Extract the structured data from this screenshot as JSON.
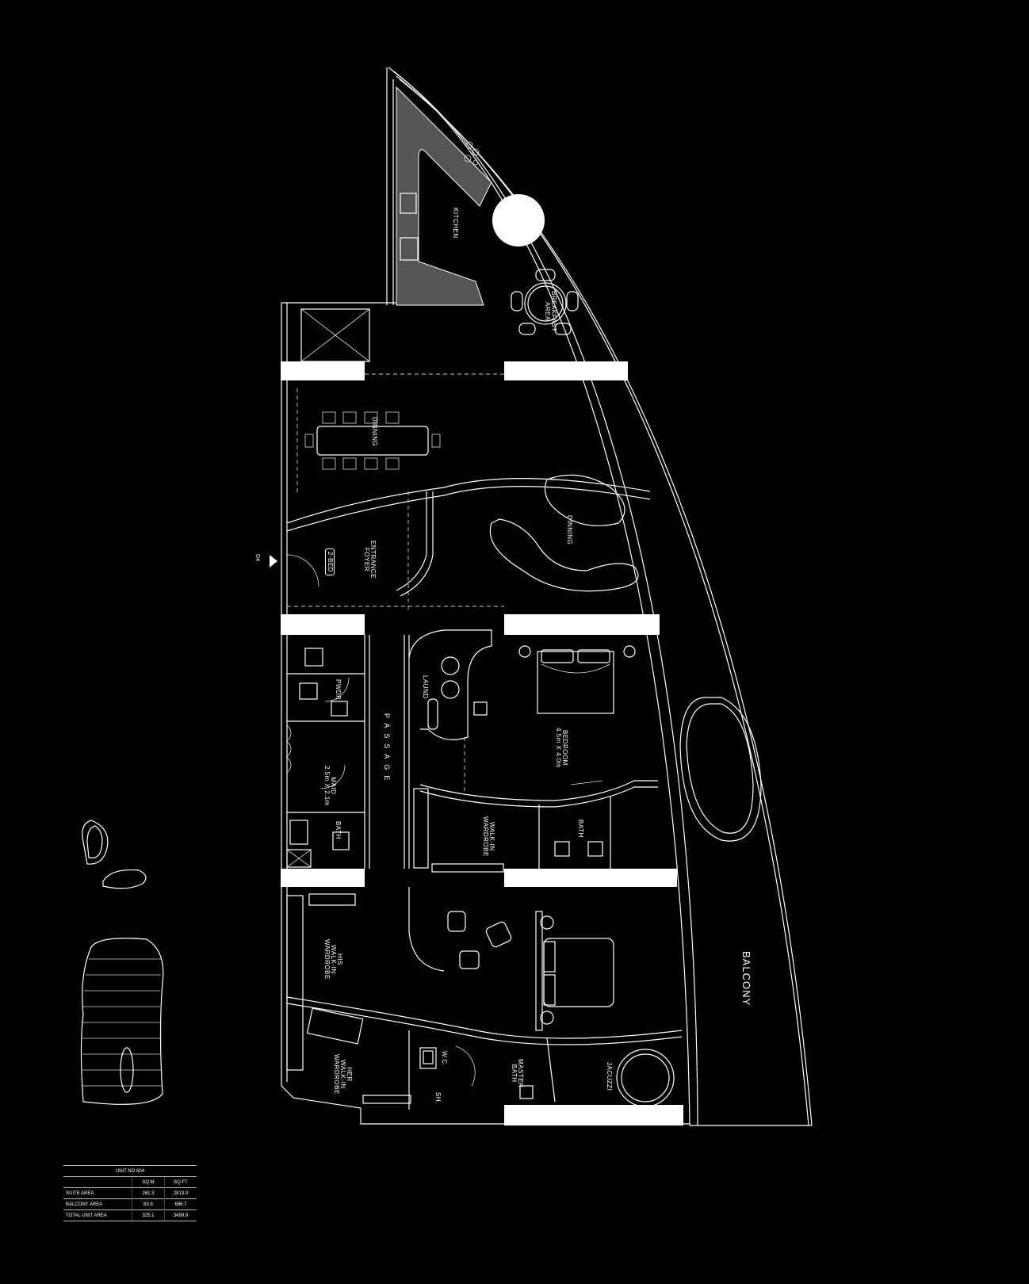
{
  "plan": {
    "unit_no": "UNIT NO 604",
    "door_tag": "D4",
    "rooms": {
      "kitchen": "KITCHEN",
      "breakfast_area": [
        "BREAKFAST",
        "AREA"
      ],
      "dining_table": "DINNING",
      "dining_lounge": "DINNING",
      "entrance_foyer": [
        "ENTRANCE",
        "FOYER"
      ],
      "foyer_tag": "2-BED",
      "powder": "PWDR",
      "laundry": "LAUND",
      "passage": "PASSAGE",
      "maid": [
        "MAID",
        "2.5m X 2.1m"
      ],
      "maid_bath": "BATH",
      "bedroom": [
        "BEDROOM",
        "4.5m X 4.0m"
      ],
      "walk_in_wardrobe": [
        "WALK-IN",
        "WARDROBE"
      ],
      "bedroom_bath": "BATH",
      "his_wardrobe": [
        "HIS",
        "WALK-IN",
        "WARDROBE"
      ],
      "her_wardrobe": [
        "HER",
        "WALK-IN",
        "WARDROBE"
      ],
      "wc": "W.C.",
      "shower": "SH.",
      "master_bath": [
        "MASTER",
        "BATH"
      ],
      "jacuzzi": "JACUZZI",
      "balcony": "BALCONY"
    }
  },
  "area_table": {
    "title": "UNIT NO 604",
    "columns": [
      "",
      "SQ.M",
      "SQ.FT"
    ],
    "rows": [
      {
        "label": "SUITE AREA",
        "sqm": "261.3",
        "sqft": "2813.0"
      },
      {
        "label": "BALCONY AREA",
        "sqm": "63.8",
        "sqft": "686.7"
      },
      {
        "label": "TOTAL UNIT AREA",
        "sqm": "325.1",
        "sqft": "3499.8"
      }
    ]
  }
}
